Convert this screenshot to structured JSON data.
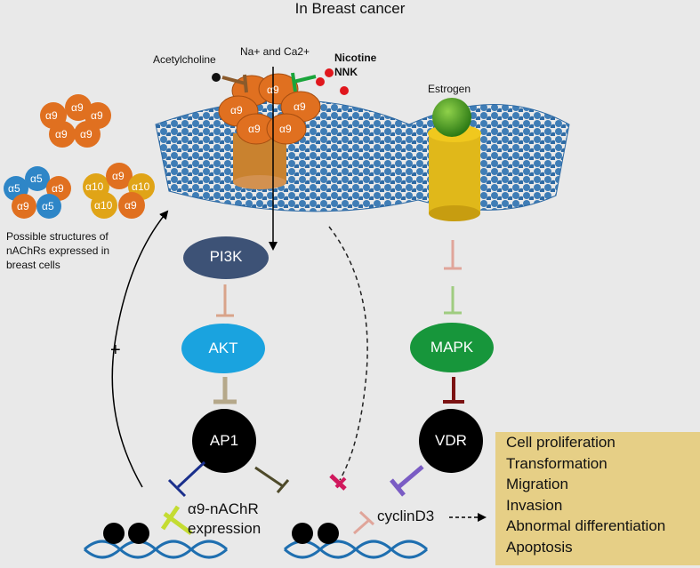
{
  "title": "In Breast cancer",
  "ligands": {
    "acetylcholine": "Acetylcholine",
    "ions": "Na+ and Ca2+",
    "nicotine": "Nicotine",
    "nnk": "NNK",
    "estrogen": "Estrogen"
  },
  "structures": {
    "caption": "Possible structures of nAChRs expressed in breast cells",
    "caption_lines": [
      "Possible structures of",
      "nAChRs expressed in",
      "breast cells"
    ],
    "homo": [
      "α9",
      "α9",
      "α9",
      "α9",
      "α9"
    ],
    "hetero_a5": [
      "α5",
      "α5",
      "α9",
      "α9",
      "α5"
    ],
    "hetero_a10": [
      "α10",
      "α9",
      "α10",
      "α9",
      "α10"
    ]
  },
  "receptor_subunits": [
    "α9",
    "α9",
    "α9",
    "α9",
    "α9"
  ],
  "nodes": {
    "pi3k": "PI3K",
    "akt": "AKT",
    "ap1": "AP1",
    "mapk": "MAPK",
    "vdr": "VDR"
  },
  "feedback_sign": "+",
  "genes": {
    "a9_line1": "α9-nAChR",
    "a9_line2": "expression",
    "cyclin": "cyclinD3"
  },
  "outcomes": [
    "Cell proliferation",
    "Transformation",
    "Migration",
    "Invasion",
    "Abnormal differentiation",
    "Apoptosis"
  ],
  "colors": {
    "pi3k": "#3d5276",
    "akt": "#1aa3df",
    "ap1": "#000000",
    "mapk": "#17963b",
    "vdr": "#000000",
    "membrane": "#3f7db6",
    "receptor": "#e07020",
    "outcome_box": "#e6cf86"
  }
}
